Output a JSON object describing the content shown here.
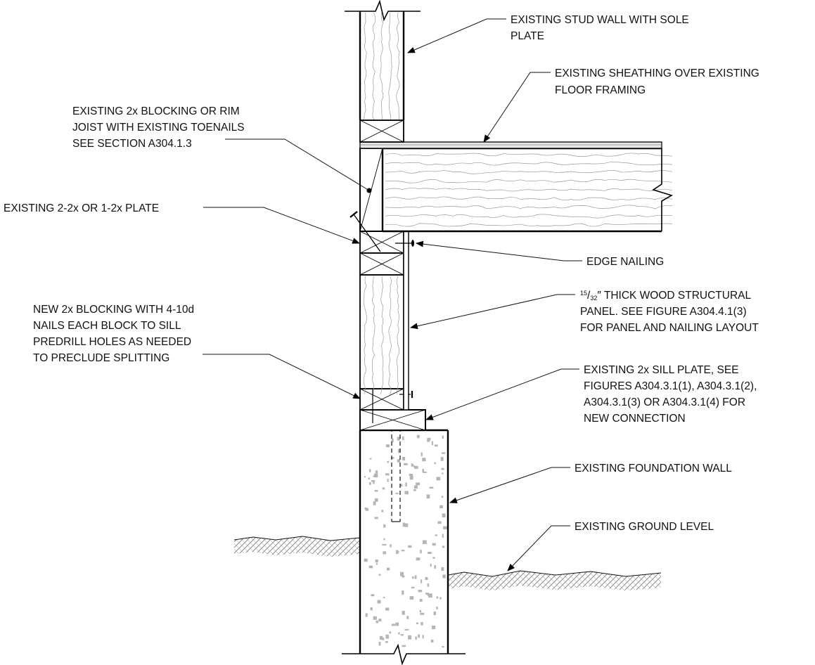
{
  "diagram": {
    "labels": {
      "stud_wall": [
        "EXISTING STUD WALL WITH SOLE",
        "PLATE"
      ],
      "sheathing": [
        "EXISTING SHEATHING OVER EXISTING",
        "FLOOR FRAMING"
      ],
      "blocking_rim": [
        "EXISTING 2x BLOCKING OR RIM",
        "JOIST WITH EXISTING TOENAILS",
        "SEE SECTION A304.1.3"
      ],
      "plate": [
        "EXISTING 2-2x OR 1-2x PLATE"
      ],
      "edge_nailing": [
        "EDGE NAILING"
      ],
      "panel": {
        "thickness_numerator": "15",
        "thickness_denominator": "32",
        "lines": [
          "″ THICK WOOD STRUCTURAL",
          "PANEL. SEE FIGURE A304.4.1(3)",
          "FOR PANEL AND NAILING LAYOUT"
        ]
      },
      "new_blocking": [
        "NEW 2x BLOCKING WITH 4-10d",
        "NAILS EACH BLOCK TO SILL",
        "PREDRILL HOLES AS NEEDED",
        "TO PRECLUDE SPLITTING"
      ],
      "sill_plate": [
        "EXISTING 2x SILL PLATE, SEE",
        "FIGURES A304.3.1(1), A304.3.1(2),",
        "A304.3.1(3) OR A304.3.1(4) FOR",
        "NEW CONNECTION"
      ],
      "foundation": [
        "EXISTING FOUNDATION WALL"
      ],
      "ground": [
        "EXISTING GROUND LEVEL"
      ]
    }
  }
}
